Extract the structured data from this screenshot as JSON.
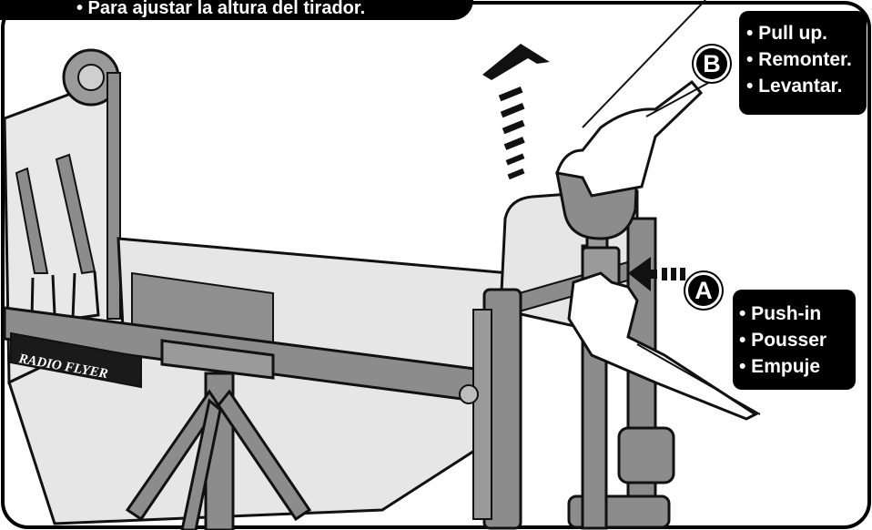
{
  "instruction_banner": {
    "text": "• Para ajustar la altura del tirador."
  },
  "step_b": {
    "badge_letter": "B",
    "lines": [
      "• Pull up.",
      "• Remonter.",
      "• Levantar."
    ]
  },
  "step_a": {
    "badge_letter": "A",
    "lines": [
      "• Push-in",
      "• Pousser",
      "• Empuje"
    ]
  },
  "brand_logo": {
    "text": "RADIO FLYER"
  },
  "colors": {
    "panel_fill": "#e6e6e6",
    "frame_fill": "#8c8c8c",
    "callout_bg": "#000000",
    "callout_text": "#ffffff"
  }
}
